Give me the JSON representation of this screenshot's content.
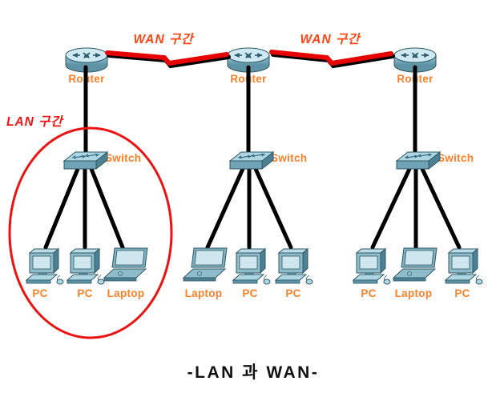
{
  "labels": {
    "wan_segments": [
      "WAN 구간",
      "WAN 구간"
    ],
    "lan_zone": "LAN 구간",
    "caption": "-LAN 과 WAN-"
  },
  "routers": [
    {
      "label": "Router"
    },
    {
      "label": "Router"
    },
    {
      "label": "Router"
    }
  ],
  "switches": [
    {
      "label": "Switch"
    },
    {
      "label": "Switch"
    },
    {
      "label": "Switch"
    }
  ],
  "lans": [
    {
      "devices": [
        {
          "type": "pc",
          "label": "PC"
        },
        {
          "type": "pc",
          "label": "PC"
        },
        {
          "type": "laptop",
          "label": "Laptop"
        }
      ]
    },
    {
      "devices": [
        {
          "type": "laptop",
          "label": "Laptop"
        },
        {
          "type": "pc",
          "label": "PC"
        },
        {
          "type": "pc",
          "label": "PC"
        }
      ]
    },
    {
      "devices": [
        {
          "type": "pc",
          "label": "PC"
        },
        {
          "type": "laptop",
          "label": "Laptop"
        },
        {
          "type": "pc",
          "label": "PC"
        }
      ]
    }
  ],
  "colors": {
    "device_label": "#ff7f25",
    "wan_label": "#ff4413",
    "lan_zone_label": "#f31212",
    "lan_circle": "#ee1111",
    "wan_link": "#e60000",
    "cable": "#000000",
    "icon_light": "#cfe6ee",
    "icon_mid": "#8fbccb",
    "icon_dark": "#4d8093",
    "caption_text": "#111111"
  }
}
